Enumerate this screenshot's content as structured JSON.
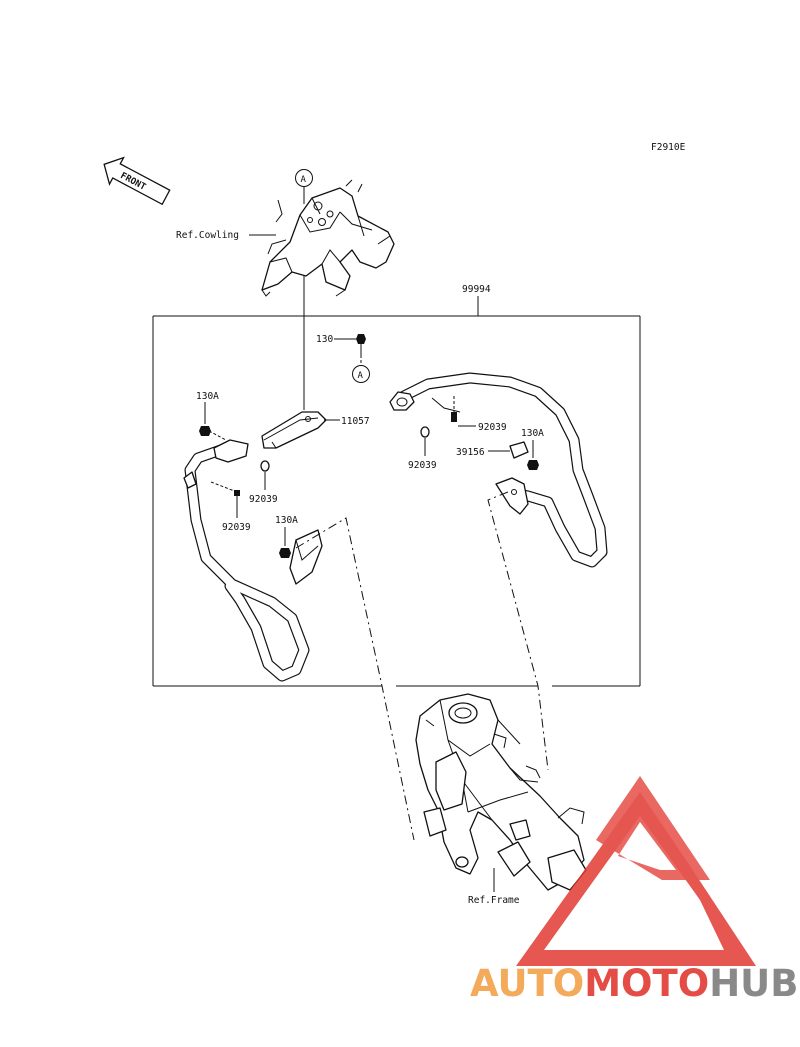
{
  "diagram": {
    "figure_code": "F2910E",
    "front_label": "FRONT",
    "ref_cowling": "Ref.Cowling",
    "ref_frame": "Ref.Frame",
    "circle_ref": "A",
    "assembly_code": "99994",
    "part_codes": {
      "bolt_130": "130",
      "bracket_11057": "11057",
      "bolt_130a_left_top": "130A",
      "bolt_130a_left_bottom": "130A",
      "bolt_130a_right": "130A",
      "cap_92039_left_a": "92039",
      "cap_92039_left_b": "92039",
      "cap_92039_right_a": "92039",
      "cap_92039_right_b": "92039",
      "collar_39156": "39156"
    }
  },
  "watermark": {
    "part1": "AUTO",
    "part2": "MOTO",
    "part3": "HUB",
    "color_red": "#e23a32",
    "color_orange": "#f2a24a",
    "color_gray": "#7d7d7d"
  }
}
